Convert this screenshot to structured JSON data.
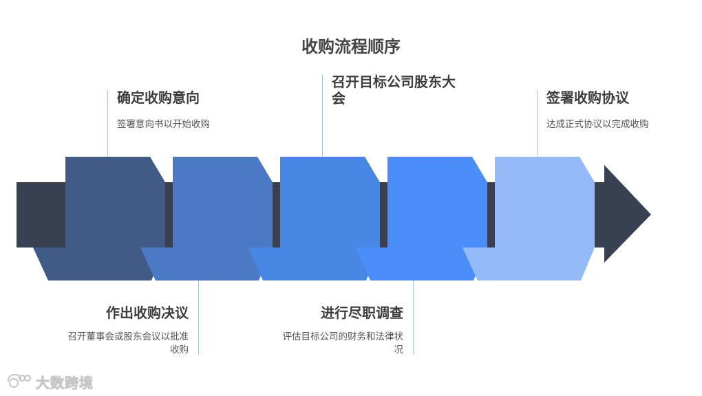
{
  "title": "收购流程顺序",
  "steps": [
    {
      "title": "确定收购意向",
      "desc": "签署意向书以开始收购",
      "color": "#415b87"
    },
    {
      "title": "作出收购决议",
      "desc": "召开董事会或股东会议以批准收购",
      "color": "#4b79c3"
    },
    {
      "title": "召开目标公司股东大会",
      "desc": "",
      "color": "#4786e2"
    },
    {
      "title": "进行尽职调查",
      "desc": "评估目标公司的财务和法律状况",
      "color": "#4b8df9"
    },
    {
      "title": "签署收购协议",
      "desc": "达成正式协议以完成收购",
      "color": "#93baf9"
    }
  ],
  "arrow_color": "#374152",
  "line_color": "#a7c4e2",
  "watermark": {
    "text": "大数跨境",
    "icon": "ice-logo-icon"
  }
}
